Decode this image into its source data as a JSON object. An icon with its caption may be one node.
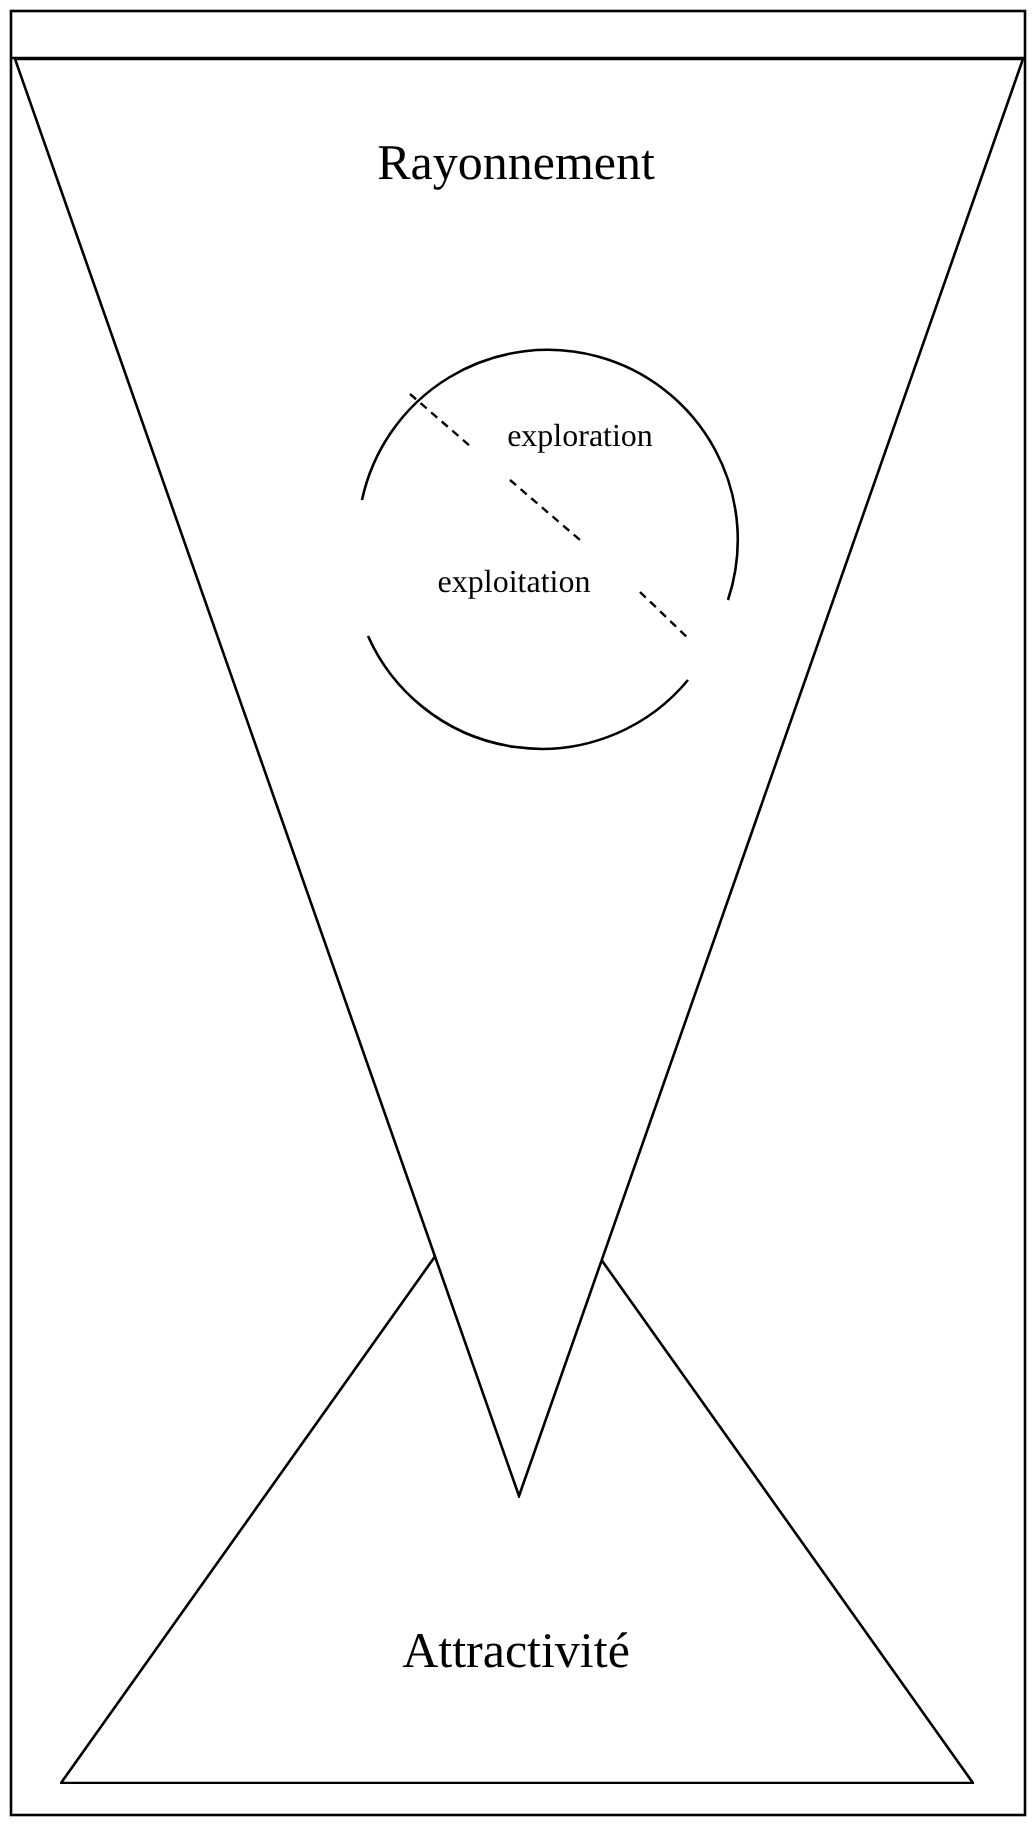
{
  "diagram": {
    "nodes": [
      {
        "text": [
          "Rayonnement"
        ]
      },
      {
        "text": [
          "exploration",
          "exploitation"
        ],
        "in": 0
      },
      {
        "text": [
          "Attractivité"
        ]
      }
    ]
  }
}
